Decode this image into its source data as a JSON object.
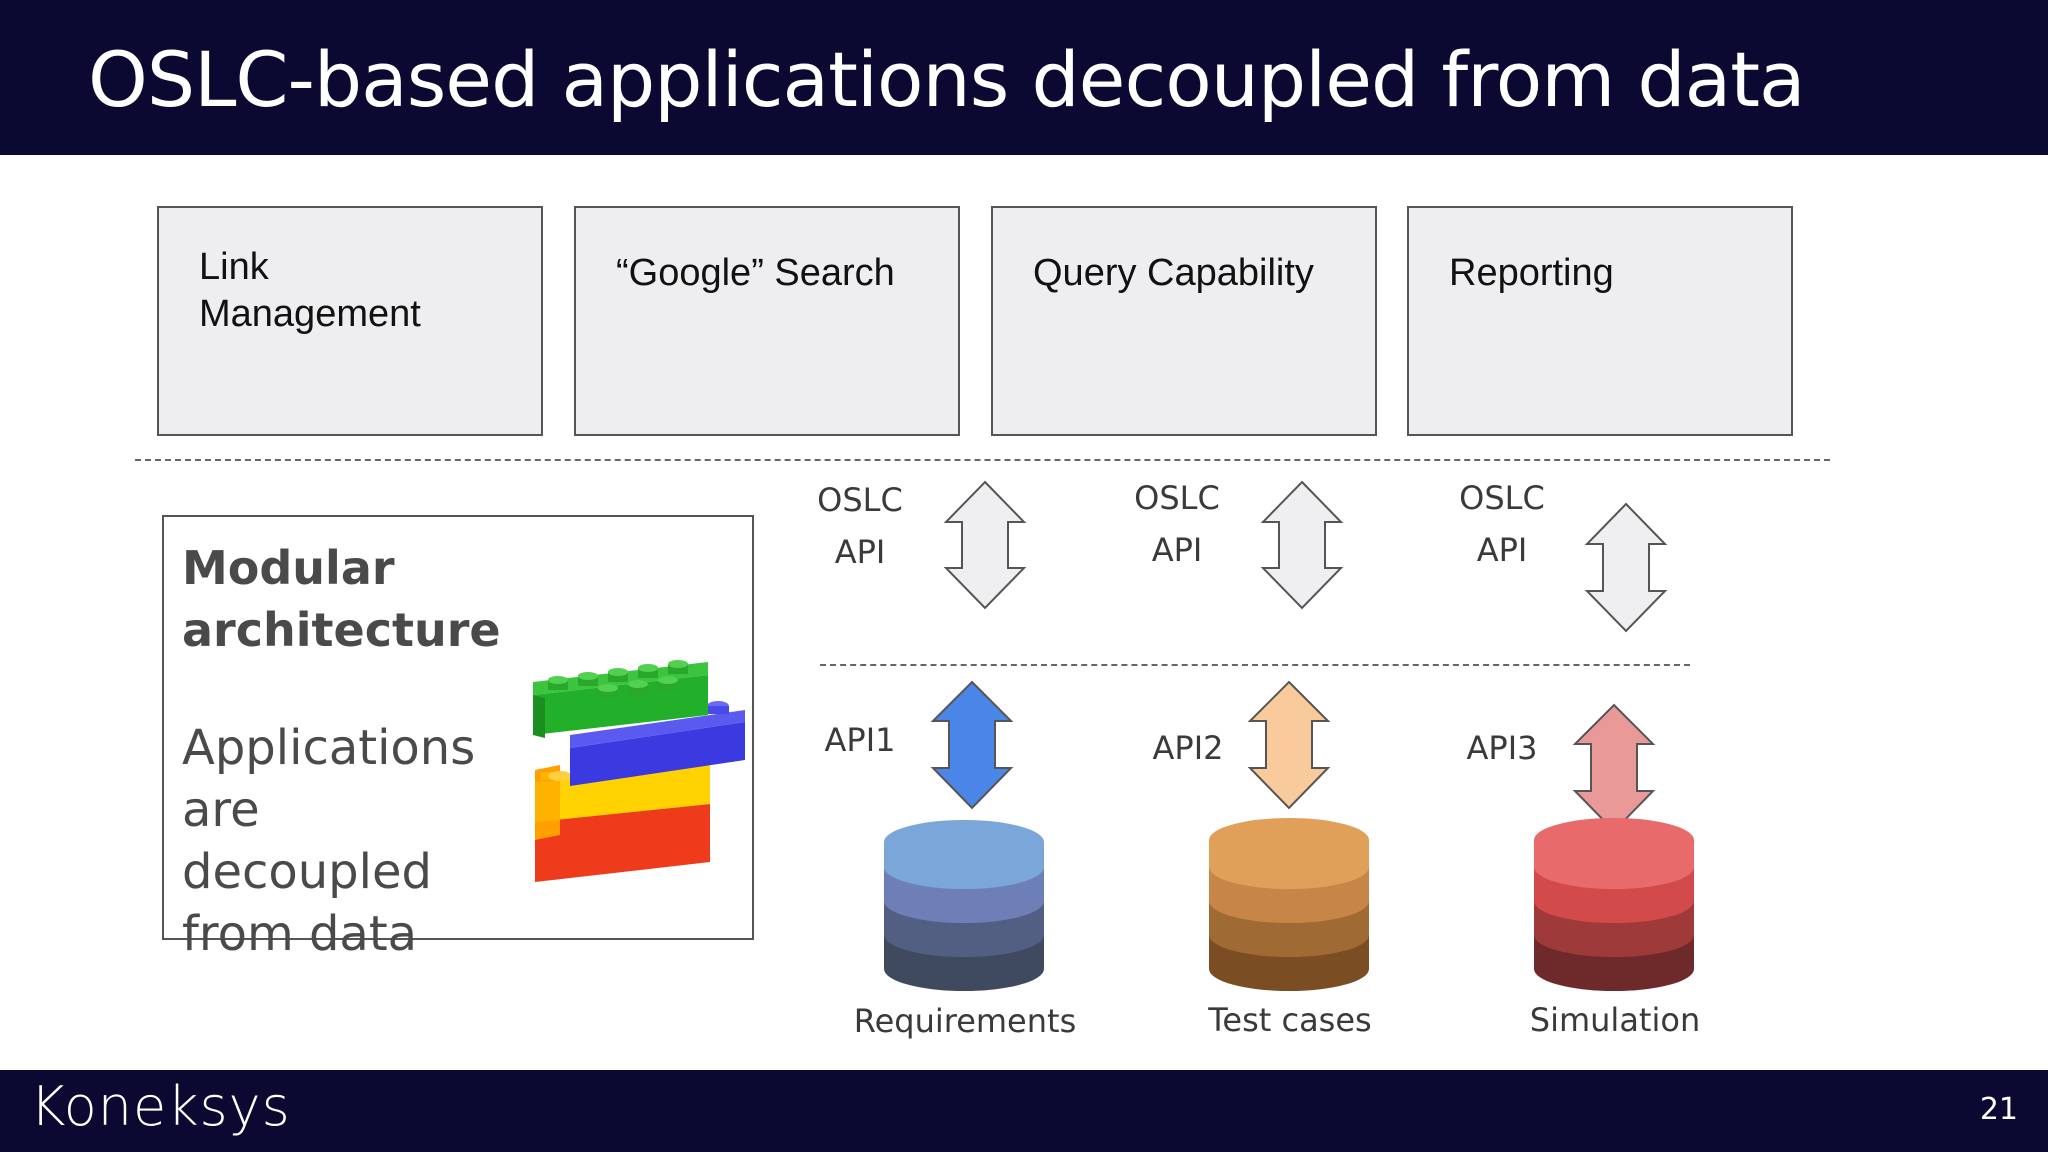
{
  "slide": {
    "title": "OSLC-based applications decoupled from data",
    "page_number": "21"
  },
  "footer": {
    "brand": "Koneksys"
  },
  "applications": [
    {
      "line1": "Link",
      "line2": "Management"
    },
    {
      "line1": "“Google” Search",
      "line2": ""
    },
    {
      "line1": "Query Capability",
      "line2": ""
    },
    {
      "line1": "Reporting",
      "line2": ""
    }
  ],
  "modular": {
    "title_line1": "Modular",
    "title_line2": "architecture",
    "desc_line1": "Applications",
    "desc_line2": "are decoupled",
    "desc_line3": "from data"
  },
  "oslc_labels": [
    {
      "line1": "OSLC",
      "line2": "API"
    },
    {
      "line1": "OSLC",
      "line2": "API"
    },
    {
      "line1": "OSLC",
      "line2": "API"
    }
  ],
  "data_sources": [
    {
      "api": "API1",
      "name": "Requirements",
      "arrow_color": "#4a86e8",
      "db_colors": [
        "#7aa6da",
        "#6e7fb8",
        "#535f82",
        "#3f4a5e"
      ]
    },
    {
      "api": "API2",
      "name": "Test cases",
      "arrow_color": "#f9cb9c",
      "db_colors": [
        "#e0a05a",
        "#c78548",
        "#a06a35",
        "#7a4e22"
      ]
    },
    {
      "api": "API3",
      "name": "Simulation",
      "arrow_color": "#ea9999",
      "db_colors": [
        "#e86a6a",
        "#d24a4a",
        "#9e3a3a",
        "#6e2a2a"
      ]
    }
  ],
  "colors": {
    "header_bg": "#0b0832",
    "oslc_arrow_fill": "#efeff1"
  }
}
